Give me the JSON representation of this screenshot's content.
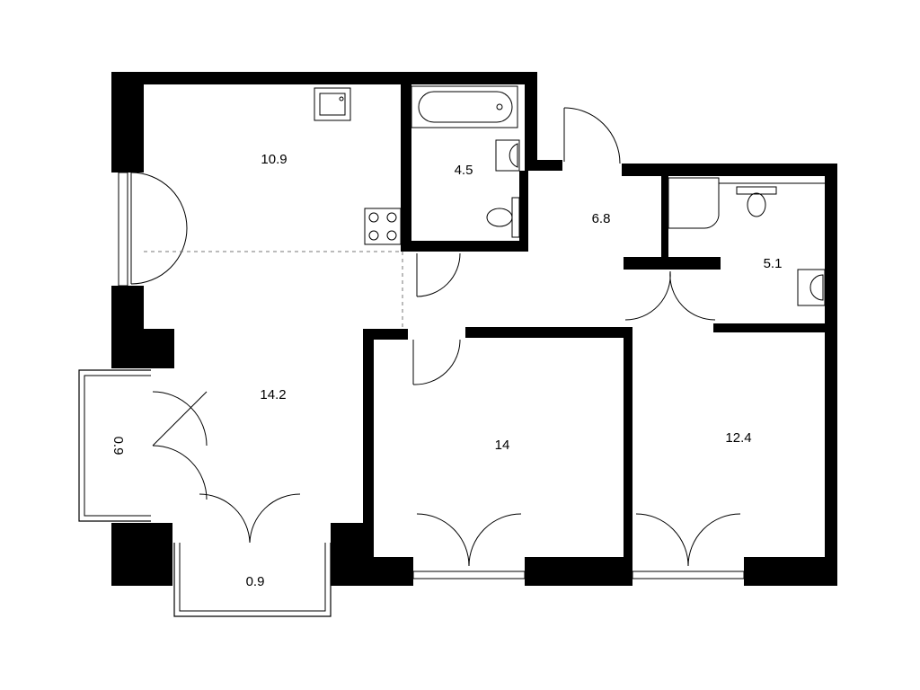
{
  "plan": {
    "rooms": [
      {
        "id": "kitchen",
        "area": "10.9"
      },
      {
        "id": "bathroom",
        "area": "4.5"
      },
      {
        "id": "hallway",
        "area": "6.8"
      },
      {
        "id": "wc",
        "area": "5.1"
      },
      {
        "id": "living",
        "area": "14.2"
      },
      {
        "id": "bedroom-1",
        "area": "14"
      },
      {
        "id": "bedroom-2",
        "area": "12.4"
      },
      {
        "id": "loggia-side",
        "area": "0.9"
      },
      {
        "id": "balcony-bottom",
        "area": "0.9"
      }
    ]
  }
}
